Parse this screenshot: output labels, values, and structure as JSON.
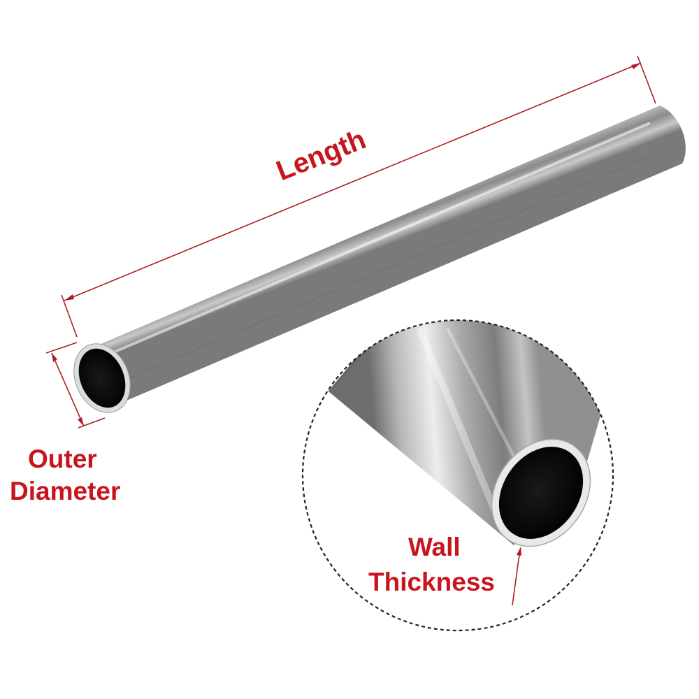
{
  "labels": {
    "length": "Length",
    "outer_line1": "Outer",
    "outer_line2": "Diameter",
    "wall_line1": "Wall",
    "wall_line2": "Thickness"
  },
  "colors": {
    "label": "#c8141c",
    "dimension_line": "#b01e22",
    "dashed_circle": "#222222",
    "tube_metal_light": "#f2f2f2",
    "tube_metal_mid": "#b9b9b9",
    "tube_metal_dark": "#6f6f6f",
    "tube_bore": "#050505"
  }
}
